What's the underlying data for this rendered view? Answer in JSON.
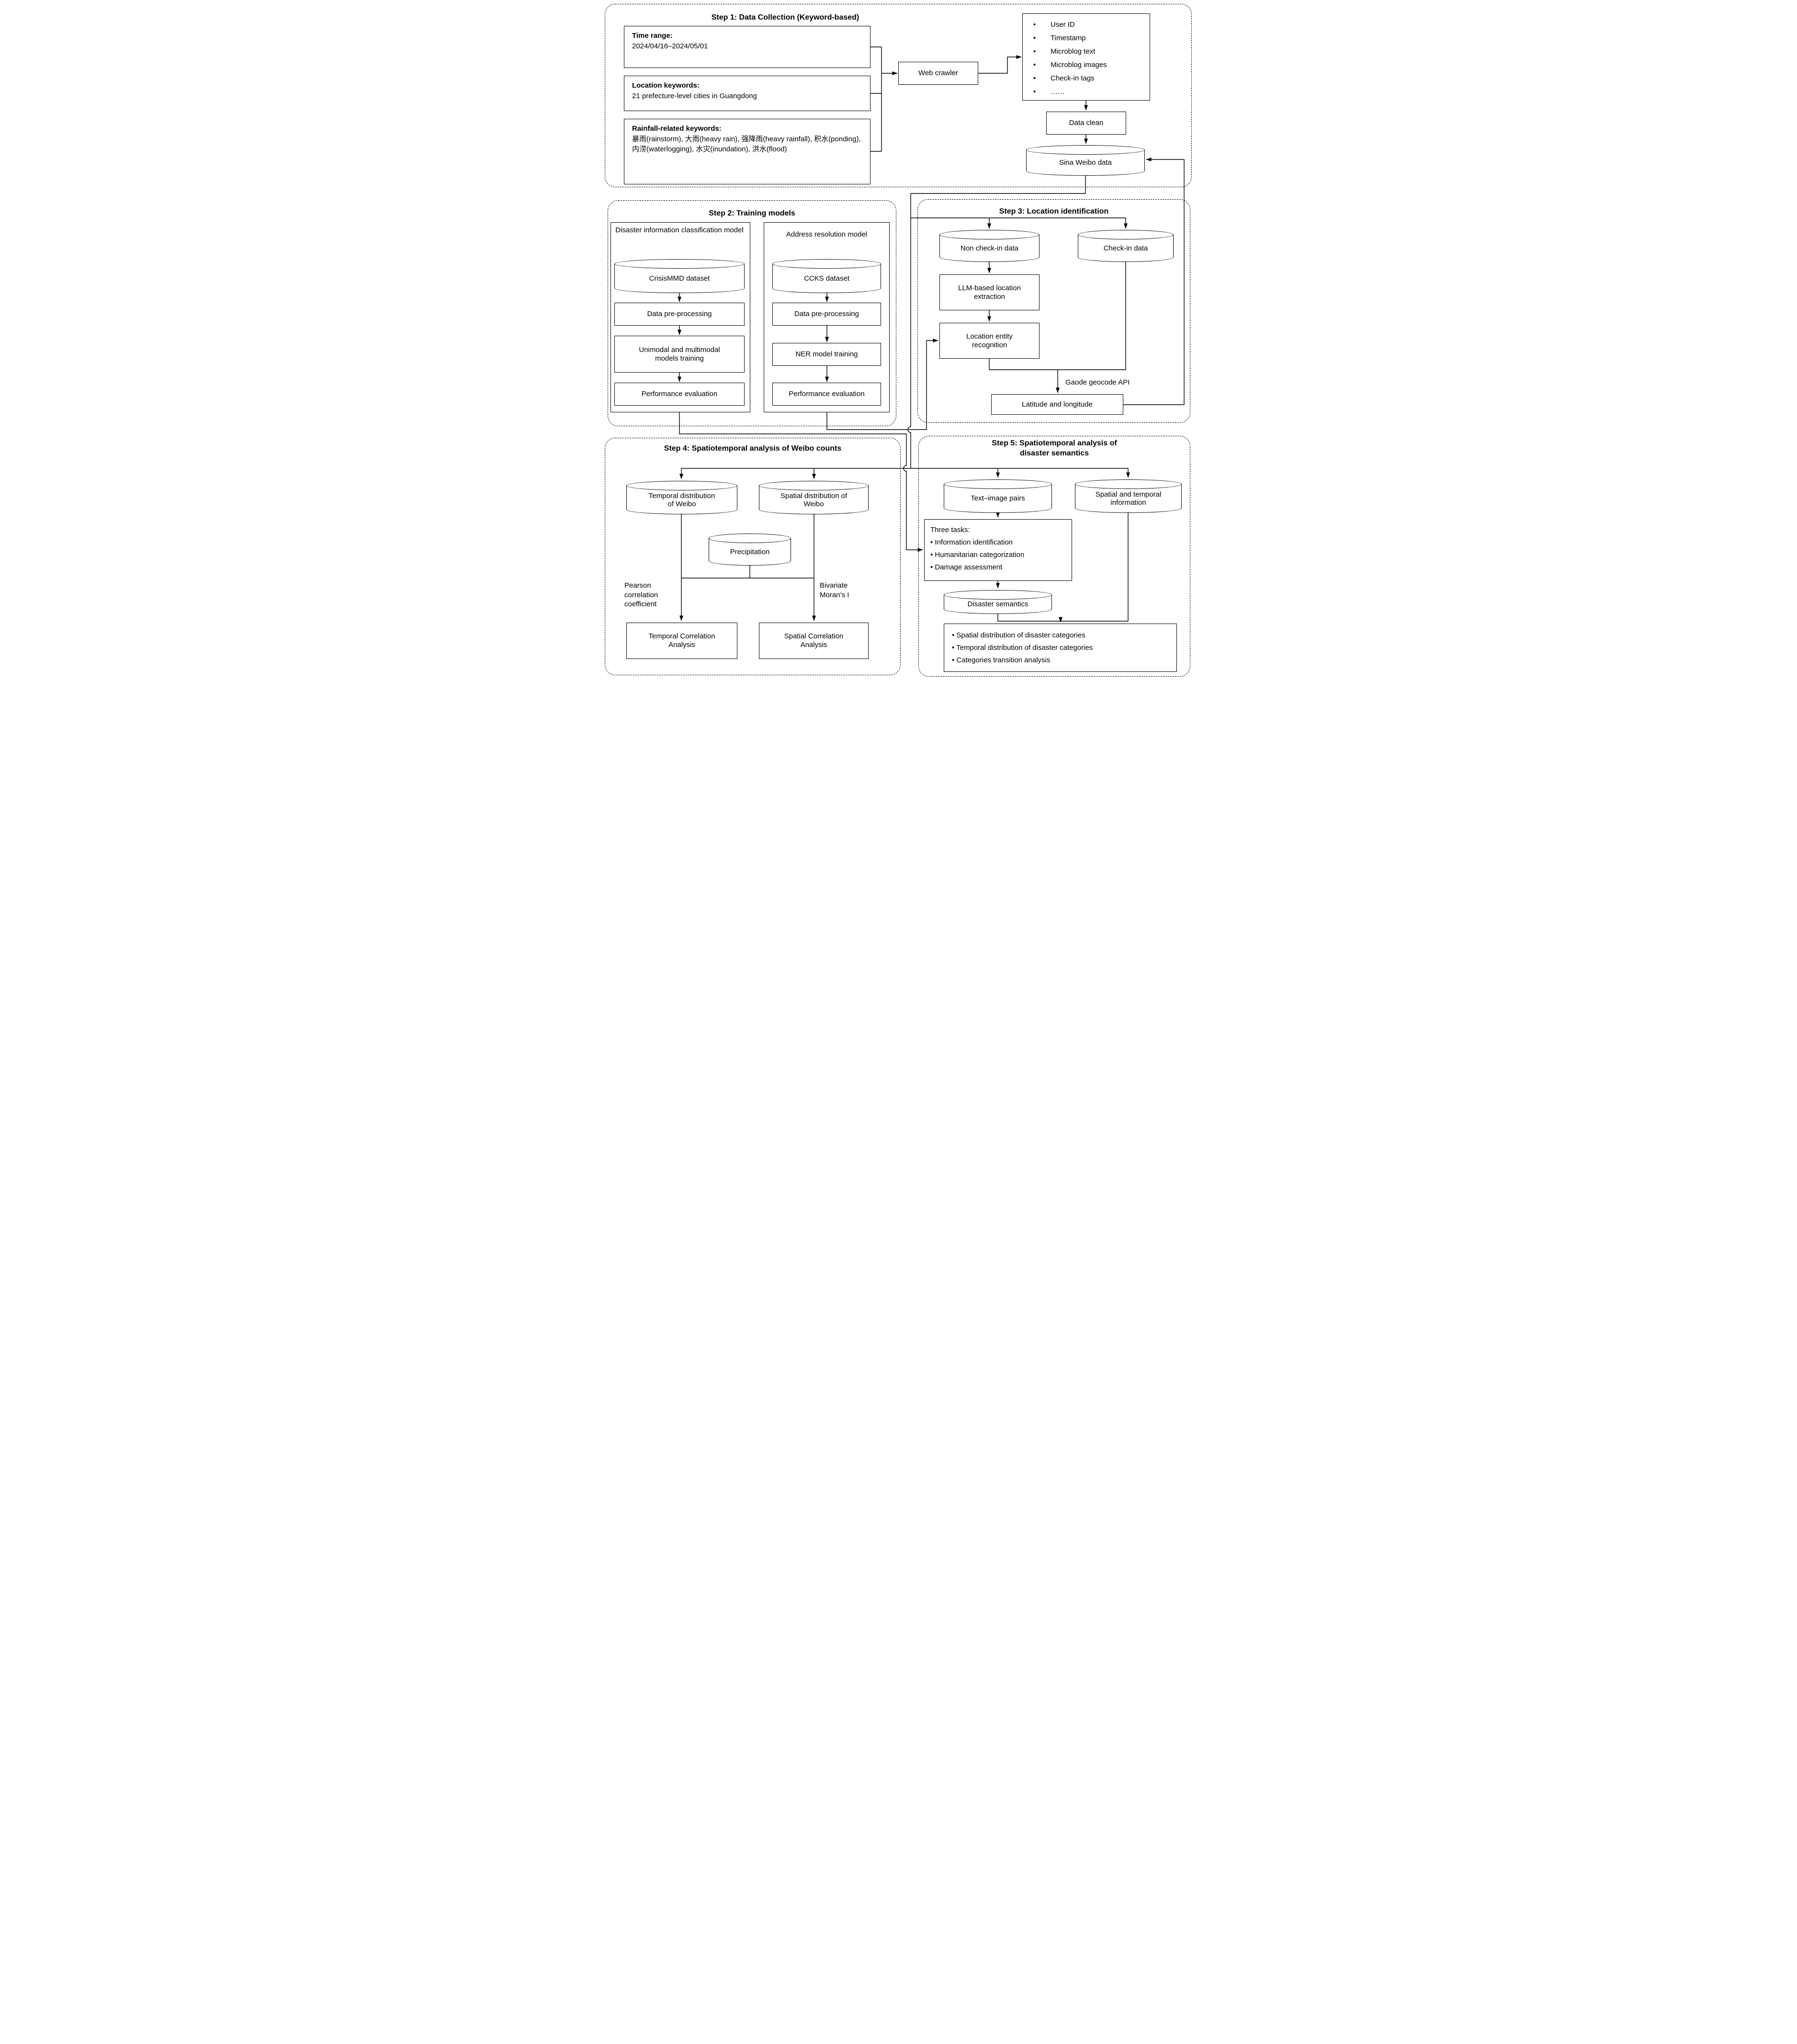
{
  "figure": {
    "step1": {
      "title": "Step 1: Data Collection (Keyword-based)",
      "time_range": {
        "heading": "Time range:",
        "body": "2024/04/16–2024/05/01"
      },
      "location_keywords": {
        "heading": "Location keywords:",
        "body": "21 prefecture-level cities in Guangdong"
      },
      "rainfall_keywords": {
        "heading": "Rainfall-related keywords:",
        "body": "暴雨(rainstorm), 大雨(heavy rain), 强降雨(heavy rainfall), 积水(ponding), 内涝(waterlogging), 水灾(inundation), 洪水(flood)"
      },
      "web_crawler": "Web crawler",
      "crawled_fields": [
        "User ID",
        "Timestamp",
        "Microblog text",
        "Microblog images",
        "Check-in tags",
        "……"
      ],
      "data_clean": "Data clean",
      "sina_weibo_db": "Sina Weibo data"
    },
    "step2": {
      "title": "Step 2: Training models",
      "classification_pipeline": {
        "heading": "Disaster information classification model",
        "dataset_db": "CrisisMMD dataset",
        "steps": [
          "Data pre-processing",
          "Unimodal and multimodal models training",
          "Performance evaluation"
        ]
      },
      "address_pipeline": {
        "heading": "Address resolution model",
        "dataset_db": "CCKS dataset",
        "steps": [
          "Data pre-processing",
          "NER model training",
          "Performance evaluation"
        ]
      }
    },
    "step3": {
      "title": "Step 3: Location identification",
      "non_checkin_db": "Non check-in data",
      "checkin_db": "Check-in data",
      "llm_extraction": "LLM-based location extraction",
      "entity_recognition": "Location entity recognition",
      "geocode_label": "Gaode geocode API",
      "lat_lng": "Latitude and longitude"
    },
    "step4": {
      "title": "Step 4: Spatiotemporal analysis of Weibo counts",
      "temporal_db": "Temporal distribution of Weibo",
      "spatial_db": "Spatial distribution of Weibo",
      "precipitation_db": "Precipitation",
      "pearson_label": "Pearson correlation coefficient",
      "moran_label": "Bivariate Moran’s I",
      "temporal_analysis": "Temporal Correlation Analysis",
      "spatial_analysis": "Spatial Correlation Analysis"
    },
    "step5": {
      "title": "Step 5: Spatiotemporal analysis of disaster semantics",
      "text_image_db": "Text–image pairs",
      "spatial_temporal_db": "Spatial and temporal information",
      "three_tasks": {
        "heading": "Three tasks:",
        "items": [
          "• Information identification",
          "• Humanitarian categorization",
          "• Damage assessment"
        ]
      },
      "disaster_semantics_db": "Disaster semantics",
      "outputs": [
        "• Spatial distribution of disaster categories",
        "• Temporal distribution of disaster categories",
        "• Categories transition analysis"
      ]
    },
    "colors": {
      "stroke": "#000000",
      "background": "#ffffff"
    }
  }
}
